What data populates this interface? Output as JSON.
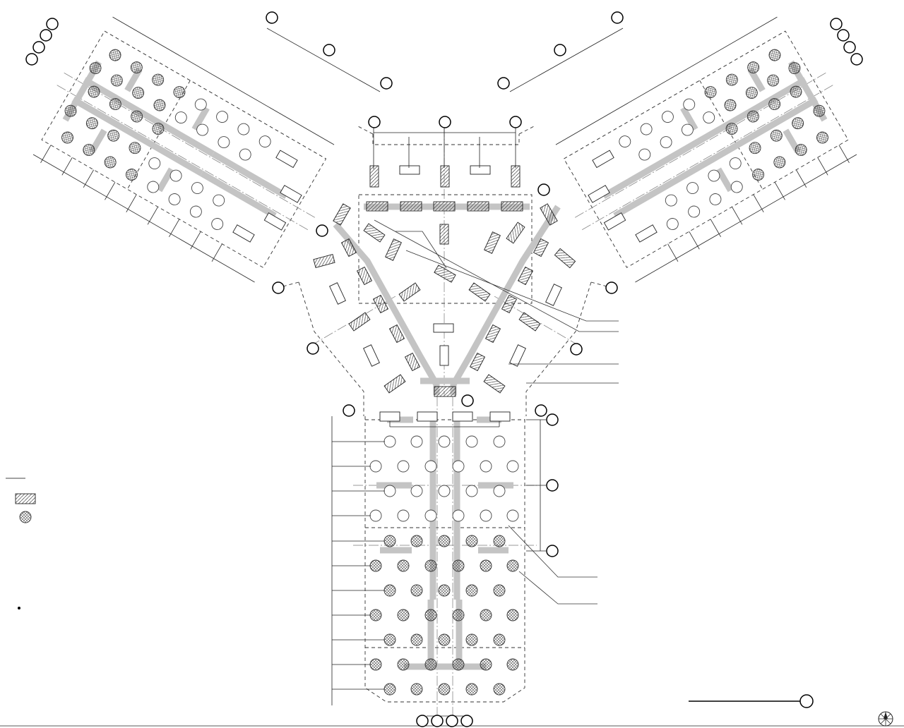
{
  "drawing": {
    "type": "structural-floor-plan",
    "shape": "Y-shaped tower plan",
    "line_color": "#222222",
    "core_wall_color": "#c4c4c4",
    "background": "#ffffff"
  },
  "legend": {
    "items": [
      {
        "symbol": "line",
        "label": ""
      },
      {
        "symbol": "hatched-rectangle",
        "label": ""
      },
      {
        "symbol": "hatched-circle",
        "label": ""
      },
      {
        "symbol": "dot",
        "label": ""
      }
    ]
  },
  "scale_bar": {
    "label": ""
  },
  "north_arrow": {
    "icon": "north-arrow-icon"
  }
}
